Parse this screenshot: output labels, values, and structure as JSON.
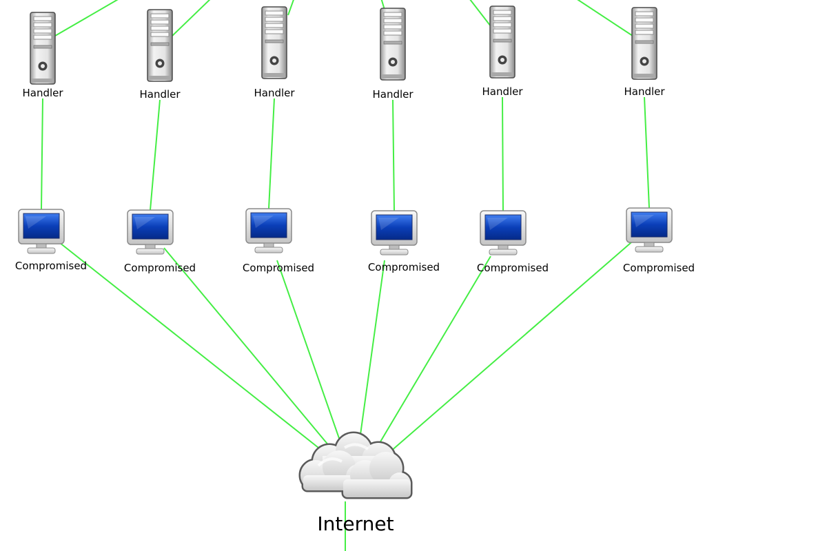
{
  "diagram": {
    "link_color": "#44ee44",
    "handlers": [
      {
        "label": "Handler",
        "icon": "server-tower-icon"
      },
      {
        "label": "Handler",
        "icon": "server-tower-icon"
      },
      {
        "label": "Handler",
        "icon": "server-tower-icon"
      },
      {
        "label": "Handler",
        "icon": "server-tower-icon"
      },
      {
        "label": "Handler",
        "icon": "server-tower-icon"
      },
      {
        "label": "Handler",
        "icon": "server-tower-icon"
      }
    ],
    "compromised": [
      {
        "label": "Compromised",
        "icon": "monitor-icon"
      },
      {
        "label": "Compromised",
        "icon": "monitor-icon"
      },
      {
        "label": "Compromised",
        "icon": "monitor-icon"
      },
      {
        "label": "Compromised",
        "icon": "monitor-icon"
      },
      {
        "label": "Compromised",
        "icon": "monitor-icon"
      },
      {
        "label": "Compromised",
        "icon": "monitor-icon"
      }
    ],
    "internet": {
      "label": "Internet",
      "icon": "cloud-icon"
    }
  }
}
